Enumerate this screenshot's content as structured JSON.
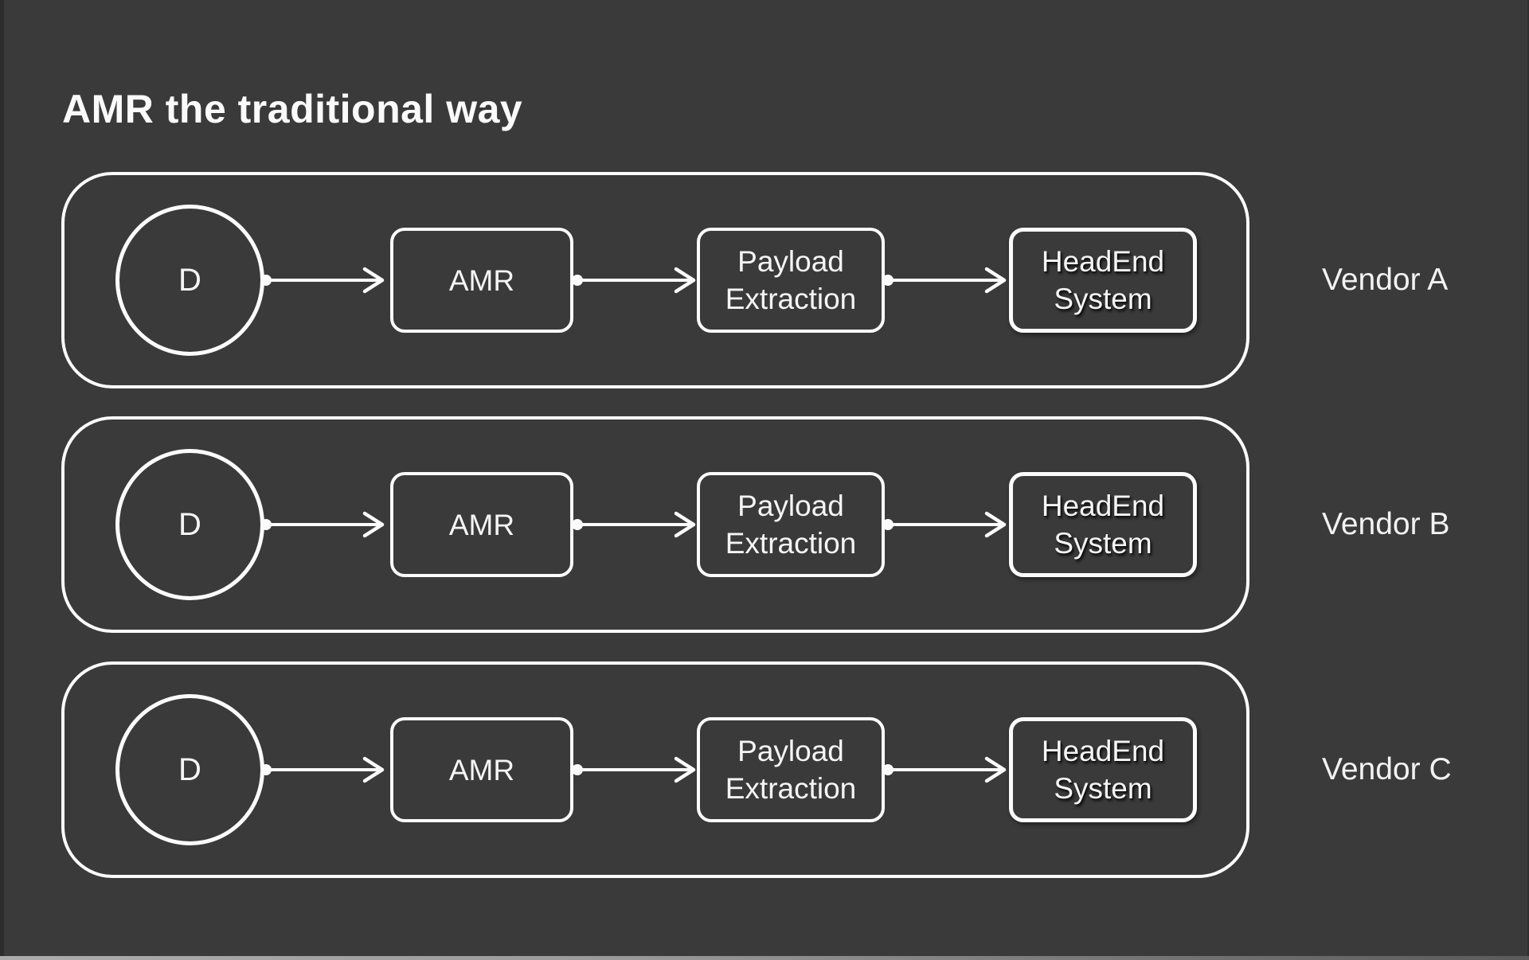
{
  "page": {
    "title": "AMR the traditional way",
    "background_color": "#3a3a3a",
    "stroke_color": "#fbfbfb",
    "text_color": "#f5f5f5"
  },
  "diagram": {
    "type": "flow-diagram",
    "flow_per_row": [
      "D",
      "AMR",
      "Payload Extraction",
      "HeadEnd System"
    ],
    "connector_style": "dot-start-chevron-end"
  },
  "rows": [
    {
      "vendor_label": "Vendor A",
      "device_label": "D",
      "steps": [
        {
          "label": "AMR"
        },
        {
          "label": "Payload Extraction"
        },
        {
          "label": "HeadEnd System"
        }
      ]
    },
    {
      "vendor_label": "Vendor B",
      "device_label": "D",
      "steps": [
        {
          "label": "AMR"
        },
        {
          "label": "Payload Extraction"
        },
        {
          "label": "HeadEnd System"
        }
      ]
    },
    {
      "vendor_label": "Vendor C",
      "device_label": "D",
      "steps": [
        {
          "label": "AMR"
        },
        {
          "label": "Payload Extraction"
        },
        {
          "label": "HeadEnd System"
        }
      ]
    }
  ]
}
